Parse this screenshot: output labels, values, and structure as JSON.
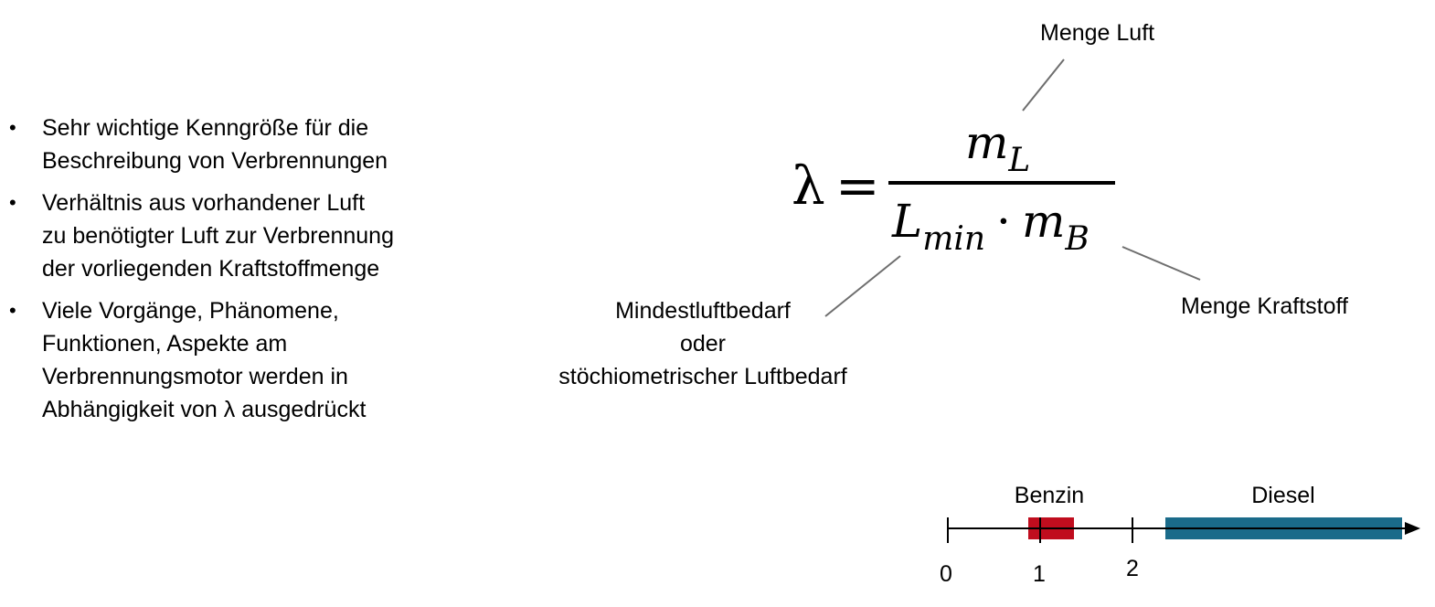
{
  "bullets": [
    {
      "marker": "•",
      "lines": [
        "Sehr wichtige Kenngröße für die",
        "Beschreibung von Verbrennungen"
      ]
    },
    {
      "marker": "•",
      "lines": [
        "Verhältnis aus vorhandener Luft",
        "zu benötigter Luft zur Verbrennung",
        "der vorliegenden Kraftstoffmenge"
      ]
    },
    {
      "marker": "•",
      "lines": [
        "Viele Vorgänge, Phänomene,",
        "Funktionen, Aspekte am",
        "Verbrennungsmotor werden in",
        "Abhängigkeit von λ ausgedrückt"
      ]
    }
  ],
  "formula": {
    "lhs": "λ",
    "equals": "=",
    "numerator": {
      "base": "m",
      "sub": "L"
    },
    "denominator_first": {
      "base": "L",
      "sub": "min"
    },
    "dot": "·",
    "denominator_second": {
      "base": "m",
      "sub": "B"
    }
  },
  "annotations": {
    "air_mass": "Menge Luft",
    "fuel_mass": "Menge Kraftstoff",
    "min_air": [
      "Mindestluftbedarf",
      "oder",
      "stöchiometrischer Luftbedarf"
    ]
  },
  "lambda_scale": {
    "ticks": [
      "0",
      "1",
      "2"
    ],
    "ranges": [
      {
        "label": "Benzin",
        "color": "#c00d1e"
      },
      {
        "label": "Diesel",
        "color": "#1a6b8a"
      }
    ]
  }
}
